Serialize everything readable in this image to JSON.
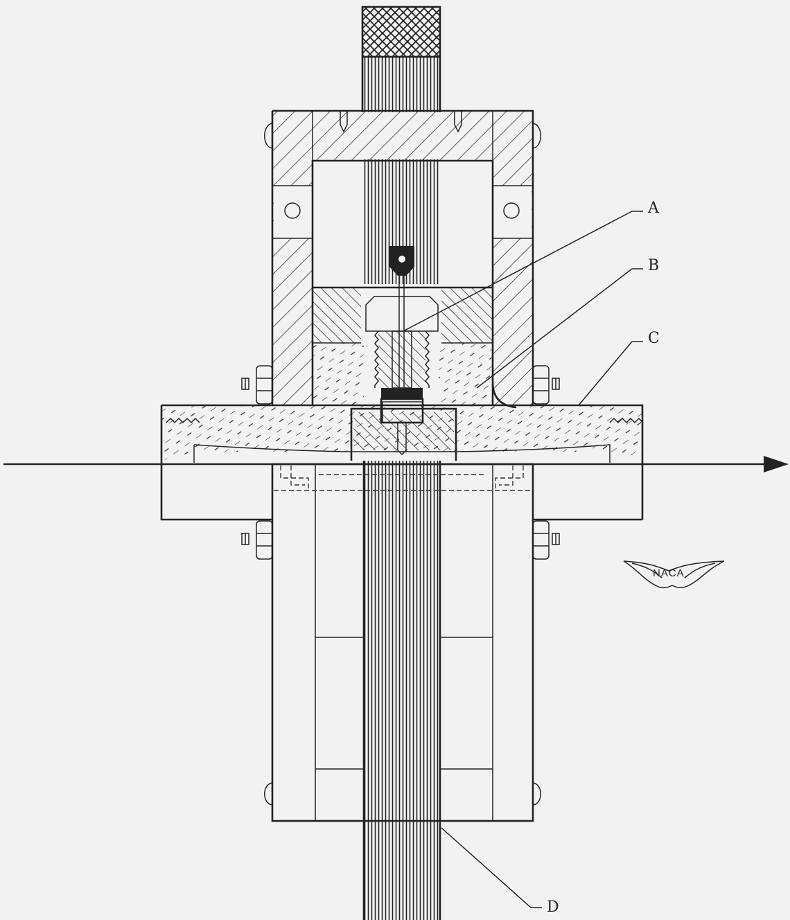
{
  "labels": {
    "a": "A",
    "b": "B",
    "c": "C",
    "d": "D"
  },
  "logo": {
    "text": "NACA"
  },
  "colors": {
    "paper": "#f2f2f2",
    "ink": "#222222"
  }
}
